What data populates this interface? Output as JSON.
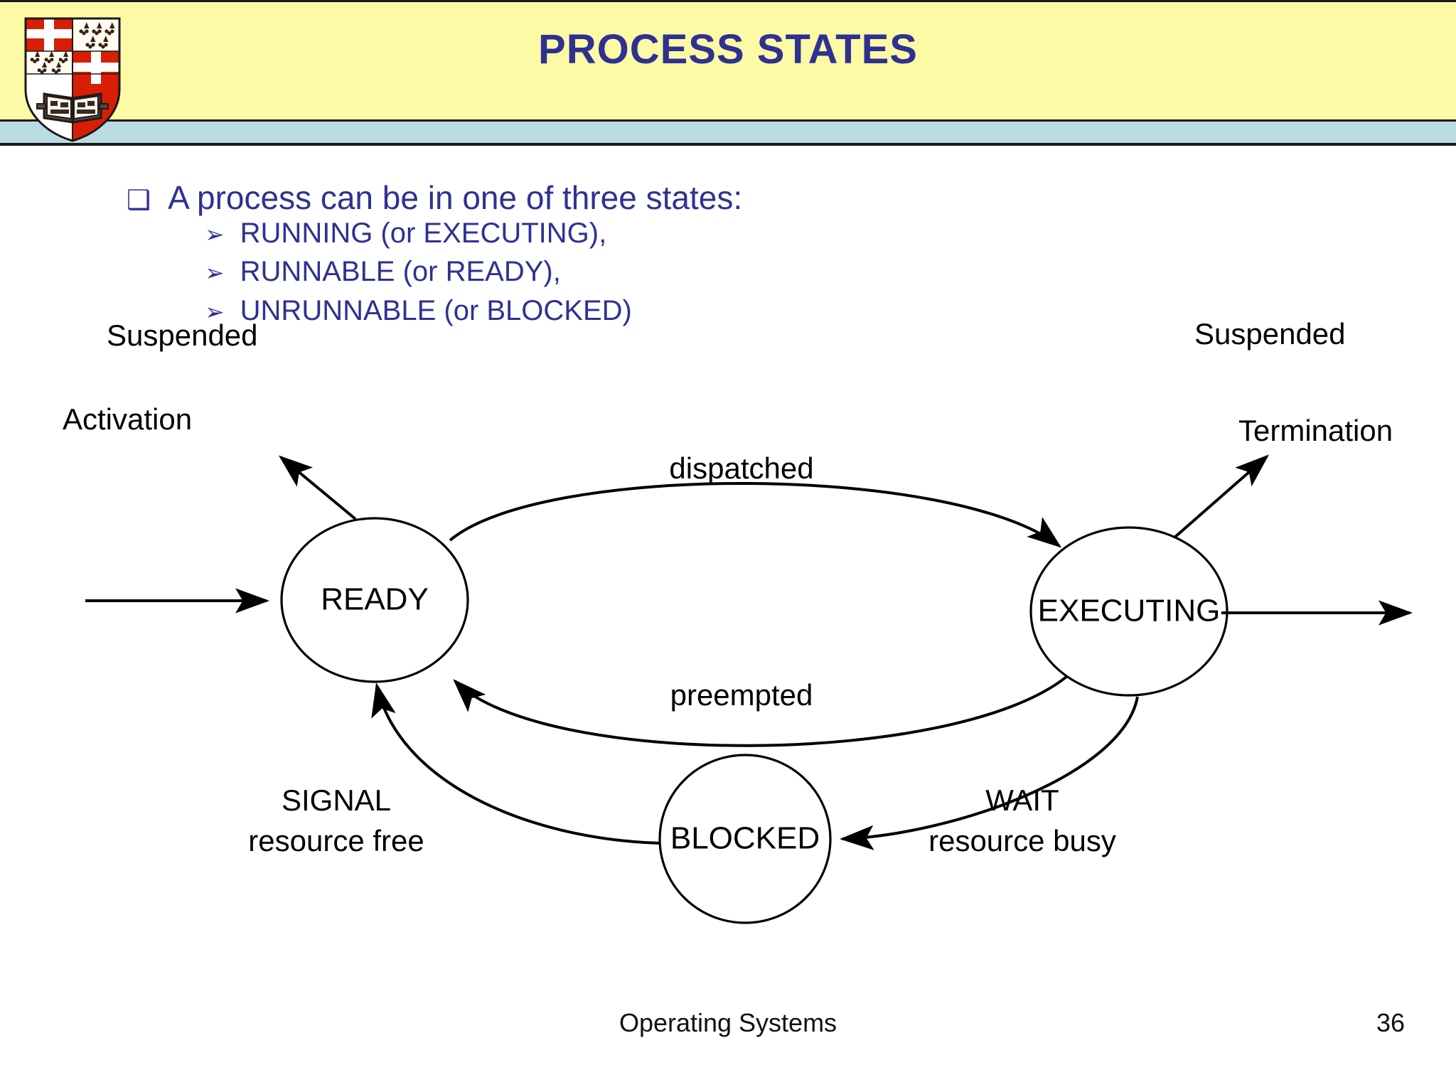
{
  "header": {
    "title": "PROCESS STATES",
    "band_color": "#fdfaa6",
    "rule_color": "#b9dce3",
    "title_color": "#2e3192",
    "crest_icon": "university-crest-icon"
  },
  "content": {
    "bullet_glyph": "❑",
    "sub_bullet_glyph": "➢",
    "bullets": [
      {
        "text": "A process can be in one of three states:",
        "children": [
          "RUNNING (or EXECUTING),",
          "RUNNABLE (or READY),",
          "UNRUNNABLE (or BLOCKED)"
        ]
      }
    ]
  },
  "diagram": {
    "type": "state-machine",
    "nodes": [
      {
        "id": "ready",
        "label": "READY"
      },
      {
        "id": "executing",
        "label": "EXECUTING"
      },
      {
        "id": "blocked",
        "label": "BLOCKED"
      }
    ],
    "edges": [
      {
        "from": "ready",
        "to": "executing",
        "label": "dispatched"
      },
      {
        "from": "executing",
        "to": "ready",
        "label": "preempted"
      },
      {
        "from": "executing",
        "to": "blocked",
        "label": "WAIT\nresource busy"
      },
      {
        "from": "blocked",
        "to": "ready",
        "label": "SIGNAL\nresource free"
      }
    ],
    "external_labels": [
      {
        "id": "suspended-left",
        "label": "Suspended"
      },
      {
        "id": "suspended-right",
        "label": "Suspended"
      },
      {
        "id": "activation",
        "label": "Activation"
      },
      {
        "id": "termination",
        "label": "Termination"
      }
    ],
    "labels": {
      "dispatched": "dispatched",
      "preempted": "preempted",
      "wait_line1": "WAIT",
      "wait_line2": "resource busy",
      "signal_line1": "SIGNAL",
      "signal_line2": "resource free",
      "suspended_left": "Suspended",
      "suspended_right": "Suspended",
      "activation": "Activation",
      "termination": "Termination"
    }
  },
  "footer": {
    "course": "Operating Systems",
    "page_number": "36"
  }
}
